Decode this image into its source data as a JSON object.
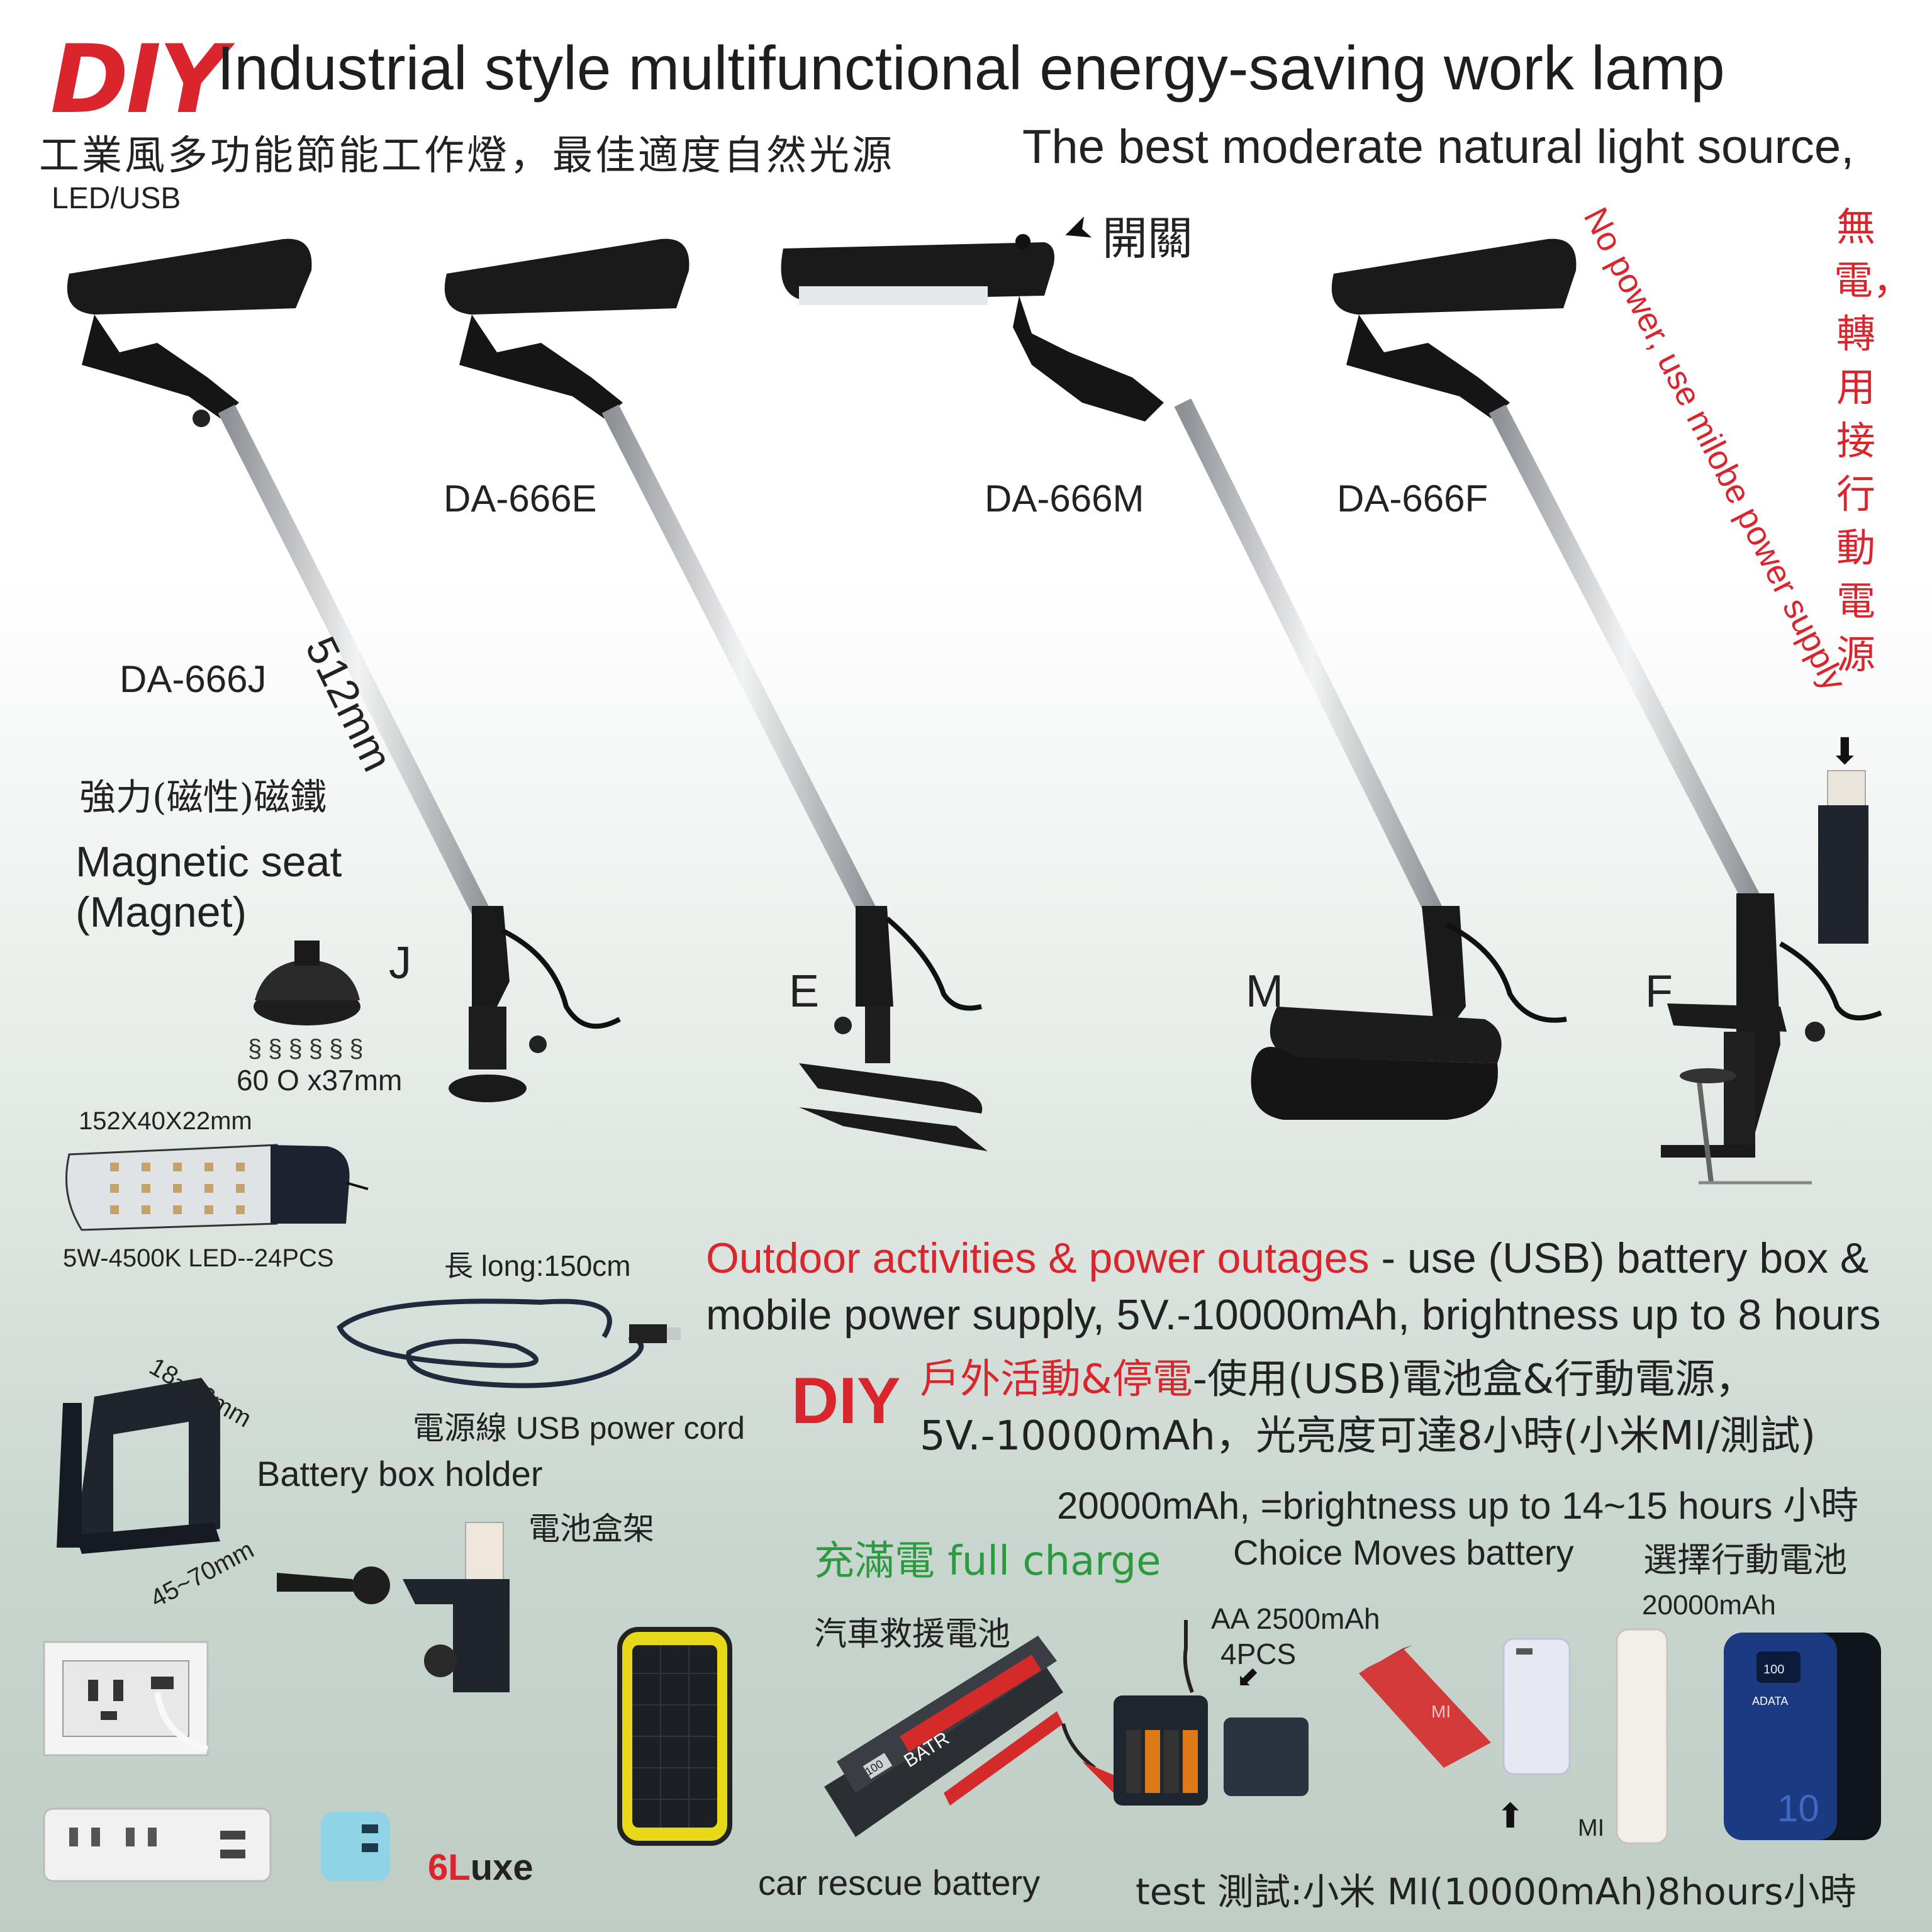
{
  "header": {
    "diy_logo": "DIY",
    "title_en": "Industrial style multifunctional energy-saving work lamp",
    "title_cn": "工業風多功能節能工作燈，最佳適度自然光源",
    "subtitle_en": "The best moderate natural light source,",
    "led_usb": "LED/USB"
  },
  "switch_label": "開關",
  "models": {
    "j": "DA-666J",
    "e": "DA-666E",
    "m": "DA-666M",
    "f": "DA-666F"
  },
  "letters": {
    "j": "J",
    "e": "E",
    "m": "M",
    "f": "F"
  },
  "arm_length": "512mm",
  "no_power_note_en": "No power, use milobe power supply",
  "no_power_note_cn": "無電，轉用接行動電源",
  "magnet": {
    "title_cn": "強力(磁性)磁鐵",
    "title_en": "Magnetic seat (Magnet)",
    "size": "60 O x37mm",
    "squiggle": "§§§§§§"
  },
  "led": {
    "size": "152X40X22mm",
    "spec": "5W-4500K  LED--24PCS"
  },
  "cord": {
    "length": "長 long:150cm",
    "label": "電源線 USB power cord"
  },
  "holder": {
    "label_en": "Battery box holder",
    "label_cn": "電池盒架",
    "dim_top": "18~26mm",
    "dim_bottom": "45~70mm"
  },
  "outdoor": {
    "highlight": "Outdoor activities & power outages",
    "line1_rest": " - use (USB) battery box &",
    "line2": "mobile power supply, 5V.-10000mAh, brightness up to 8 hours"
  },
  "diy_mid": "DIY",
  "cn_info": {
    "highlight": "戶外活動&停電",
    "line1_rest": "-使用(USB)電池盒&行動電源，",
    "line2": "5V.-10000mAh，光亮度可達8小時(小米MI/測試)"
  },
  "bright20k": "20000mAh, =brightness up to 14~15 hours 小時",
  "full_charge": "充滿電 full charge",
  "choice_en": "Choice Moves battery",
  "choice_cn": "選擇行動電池",
  "car_rescue_cn": "汽車救援電池",
  "car_rescue_en": "car rescue battery",
  "aa": {
    "line1": "AA 2500mAh",
    "line2": "4PCS"
  },
  "mah20k": "20000mAh",
  "mi_label": "MI",
  "test_label": "test 測試:小米 MI(10000mAh)8hours小時",
  "brand": {
    "first": "6L",
    "rest": "uxe"
  },
  "product_marks": {
    "car_battery_brand": "BATR",
    "car_battery_display": "100",
    "mi_logo": "MI",
    "adata_display": "100",
    "adata_brand": "ADATA",
    "adata_number": "10"
  },
  "colors": {
    "accent_red": "#d9252b",
    "charge_green": "#2c9a3e",
    "lamp_black": "#1a1a1a",
    "arm_silver": "#c8ccd0"
  },
  "arrows": {
    "switch": "➤",
    "down": "⬇",
    "up": "⬆",
    "small": "⬋"
  }
}
